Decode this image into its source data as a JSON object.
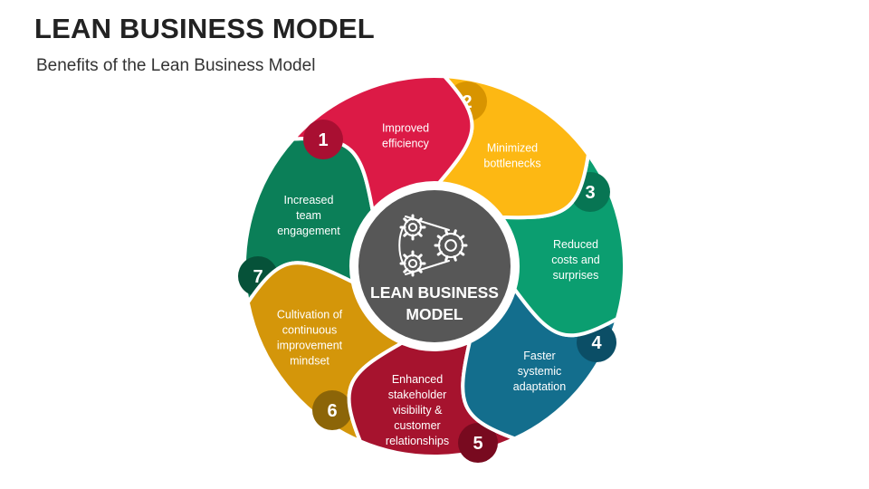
{
  "title": "LEAN BUSINESS MODEL",
  "subtitle": "Benefits of the Lean Business Model",
  "center": {
    "label_lines": [
      "LEAN BUSINESS",
      "MODEL"
    ],
    "icon": "gears-belt-icon",
    "color": "#575757"
  },
  "segments": [
    {
      "number": "1",
      "lines": [
        "Improved",
        "efficiency"
      ],
      "color": "#DC1A46",
      "dark": "#A90F32"
    },
    {
      "number": "2",
      "lines": [
        "Minimized",
        "bottlenecks"
      ],
      "color": "#FDB813",
      "dark": "#D89400"
    },
    {
      "number": "3",
      "lines": [
        "Reduced",
        "costs and",
        "surprises"
      ],
      "color": "#0B9E70",
      "dark": "#077553"
    },
    {
      "number": "4",
      "lines": [
        "Faster",
        "systemic",
        "adaptation"
      ],
      "color": "#136E8D",
      "dark": "#0B4E66"
    },
    {
      "number": "5",
      "lines": [
        "Enhanced",
        "stakeholder",
        "visibility &",
        "customer",
        "relationships"
      ],
      "color": "#A6132E",
      "dark": "#780A1F"
    },
    {
      "number": "6",
      "lines": [
        "Cultivation of",
        "continuous",
        "improvement",
        "mindset"
      ],
      "color": "#D4960A",
      "dark": "#8C6508"
    },
    {
      "number": "7",
      "lines": [
        "Increased",
        "team",
        "engagement"
      ],
      "color": "#0B7F58",
      "dark": "#065239"
    }
  ]
}
